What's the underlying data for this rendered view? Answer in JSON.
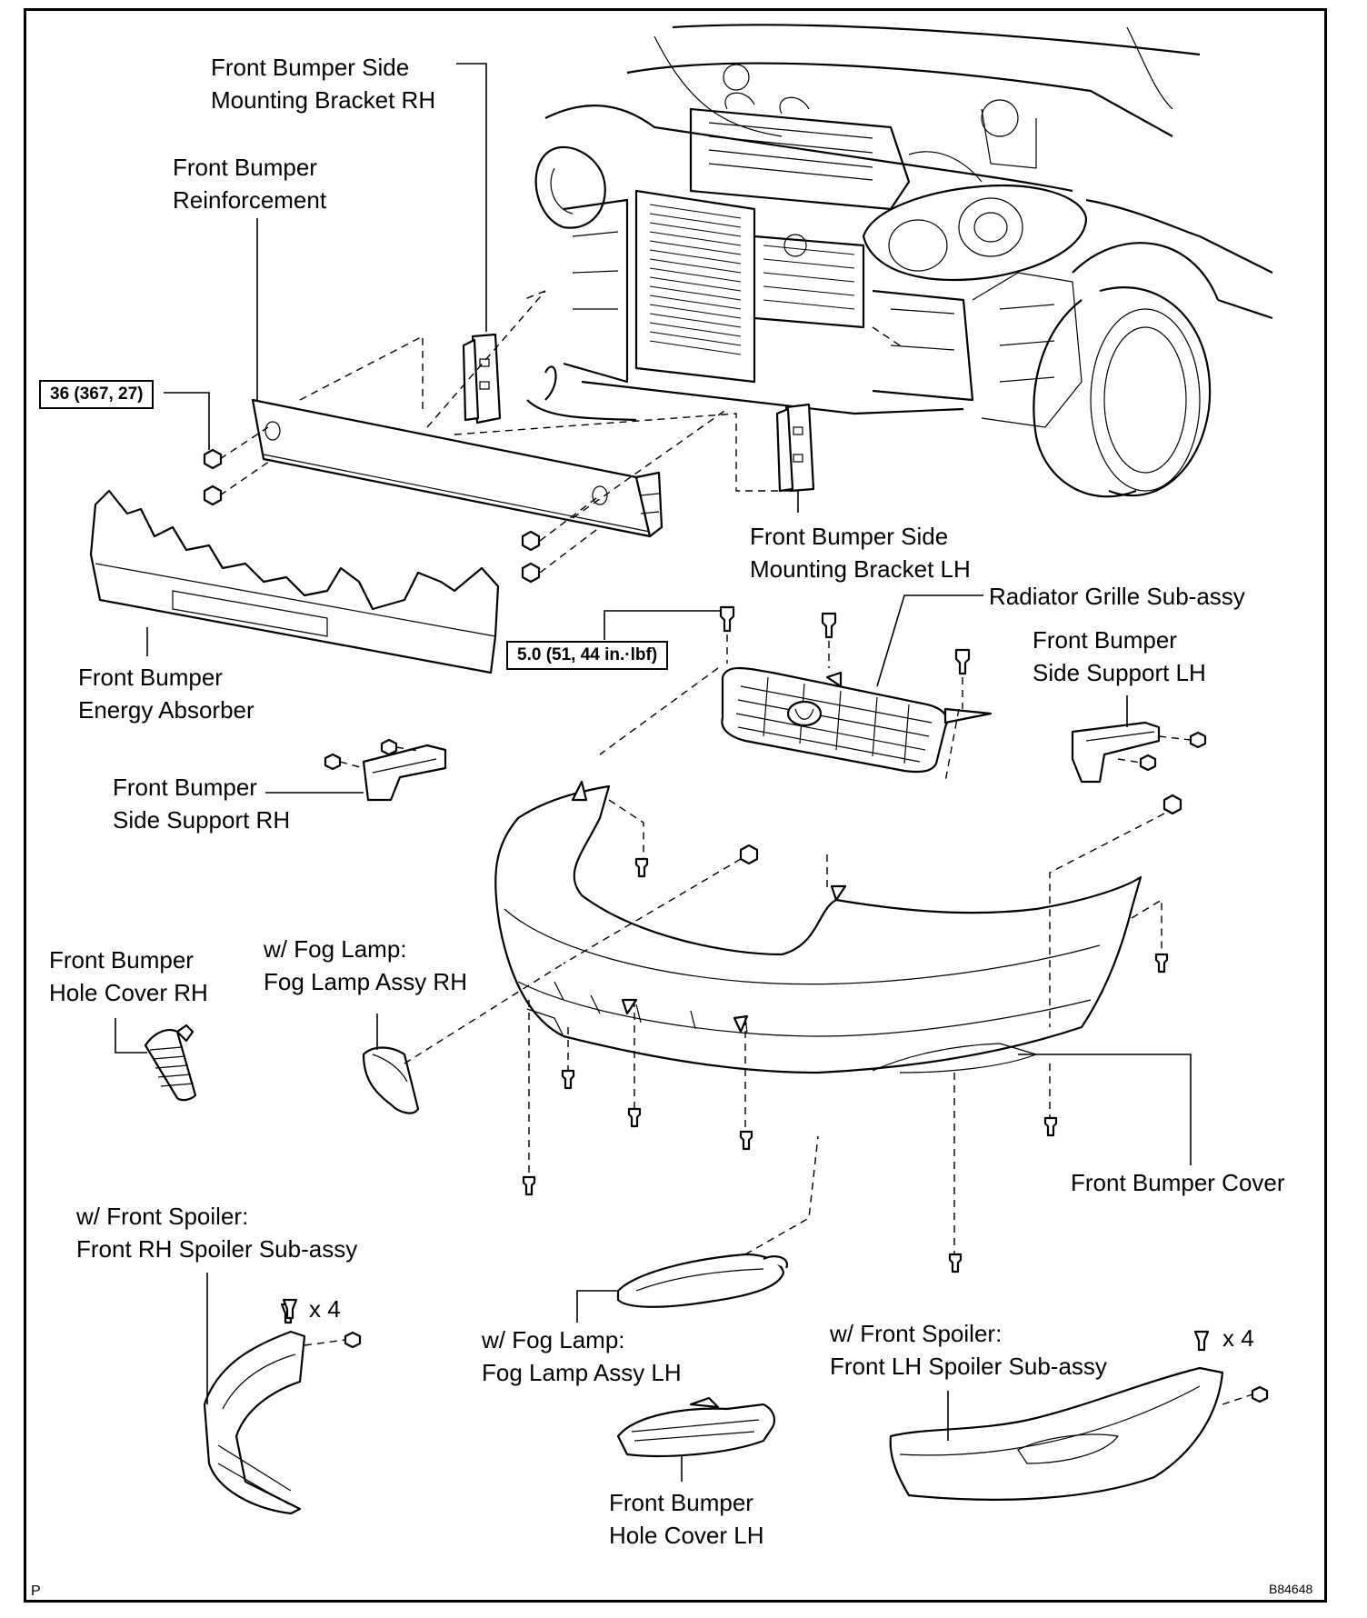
{
  "labels": {
    "bracket_rh": [
      "Front Bumper Side",
      "Mounting Bracket RH"
    ],
    "reinforcement": [
      "Front Bumper",
      "Reinforcement"
    ],
    "torque_reinforcement": "36 (367, 27)",
    "energy_absorber": [
      "Front Bumper",
      "Energy Absorber"
    ],
    "bracket_lh": [
      "Front Bumper Side",
      "Mounting Bracket LH"
    ],
    "grille": "Radiator Grille Sub-assy",
    "torque_grille": "5.0 (51, 44 in.·lbf)",
    "side_support_lh": [
      "Front Bumper",
      "Side Support LH"
    ],
    "side_support_rh": [
      "Front Bumper",
      "Side Support RH"
    ],
    "hole_cover_rh": [
      "Front Bumper",
      "Hole Cover RH"
    ],
    "fog_lamp_rh": [
      "w/ Fog Lamp:",
      "Fog Lamp Assy RH"
    ],
    "bumper_cover": "Front Bumper Cover",
    "spoiler_rh": [
      "w/ Front Spoiler:",
      "Front RH Spoiler Sub-assy"
    ],
    "clip_qty_rh": "x 4",
    "fog_lamp_lh": [
      "w/ Fog Lamp:",
      "Fog Lamp Assy LH"
    ],
    "spoiler_lh": [
      "w/ Front Spoiler:",
      "Front LH Spoiler Sub-assy"
    ],
    "clip_qty_lh": "x 4",
    "hole_cover_lh": [
      "Front Bumper",
      "Hole Cover LH"
    ]
  },
  "corner": {
    "left": "P",
    "right": "B84648"
  },
  "icons": {
    "clip": "clip-icon",
    "bolt": "bolt-icon",
    "nut": "nut-icon",
    "screw": "screw-icon"
  }
}
